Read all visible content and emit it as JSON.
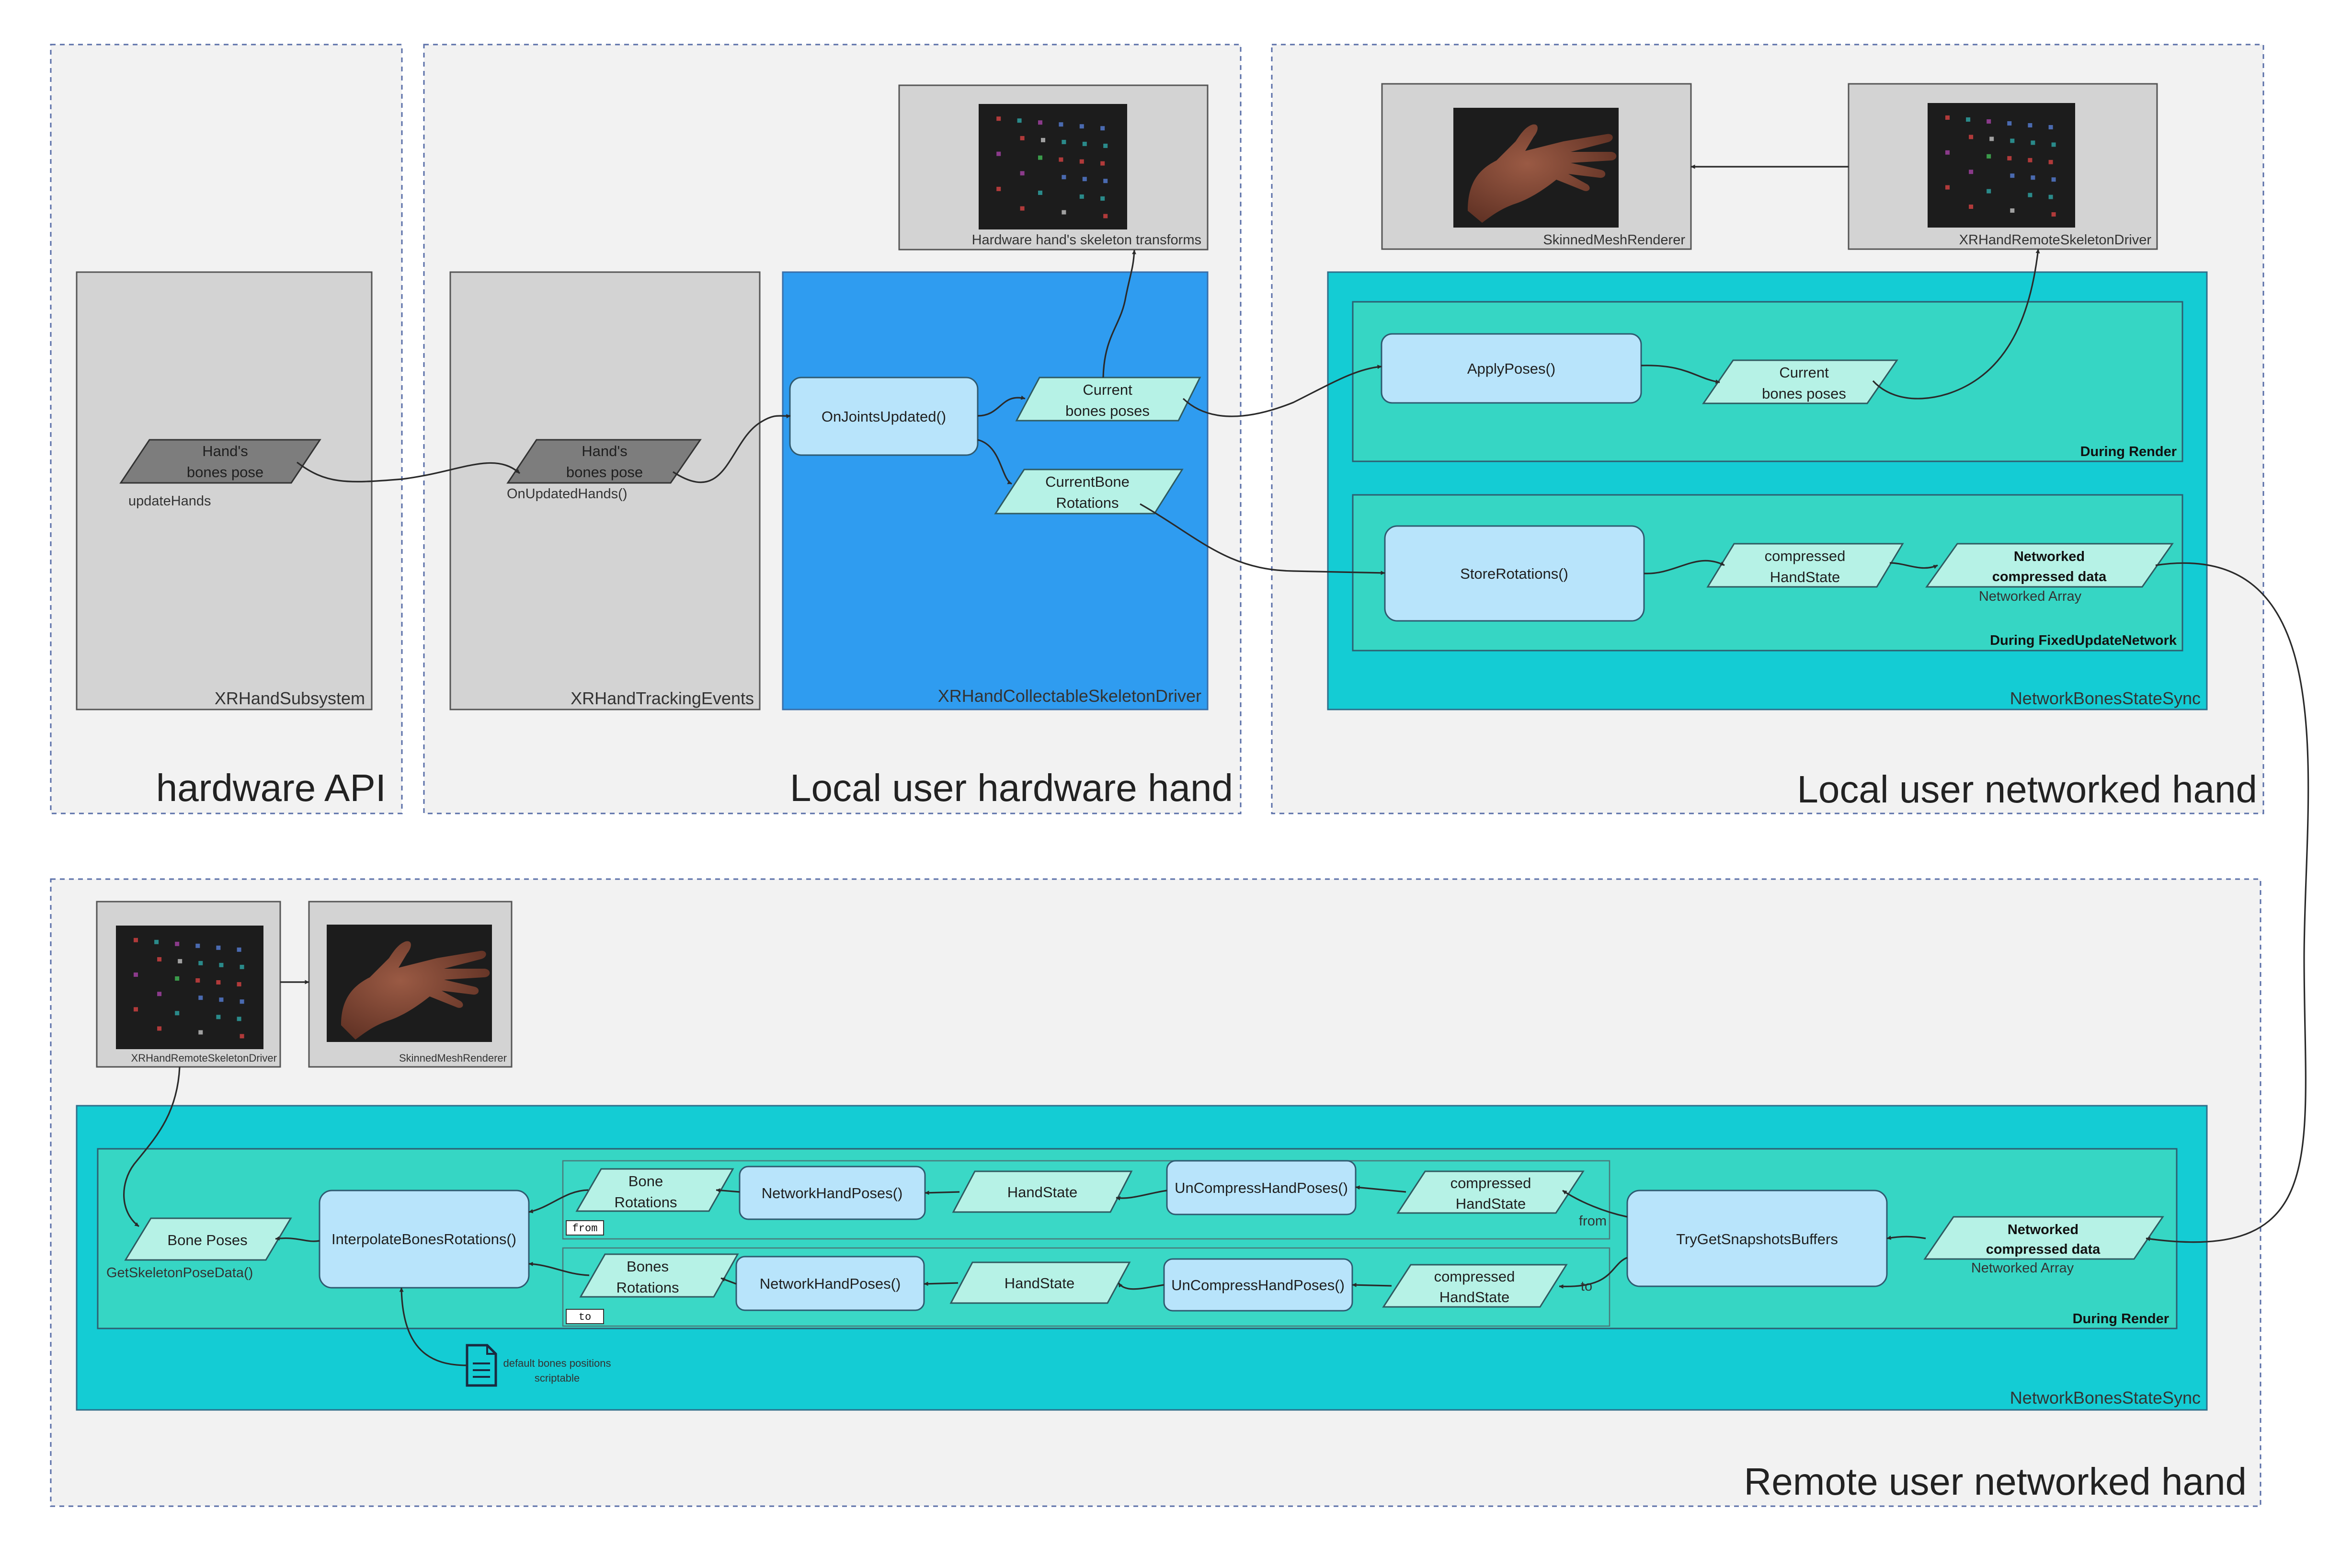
{
  "regions": {
    "hardware_api": "hardware API",
    "local_hardware": "Local user hardware hand",
    "local_networked": "Local user networked hand",
    "remote_networked": "Remote user networked hand"
  },
  "components": {
    "xr_hand_subsystem": "XRHandSubsystem",
    "xr_hand_tracking_events": "XRHandTrackingEvents",
    "collectable_driver": "XRHandCollectableSkeletonDriver",
    "network_sync_local": "NetworkBonesStateSync",
    "network_sync_remote": "NetworkBonesStateSync"
  },
  "previews": {
    "hardware_skeleton": "Hardware hand's skeleton transforms",
    "skinned_mesh_local": "SkinnedMeshRenderer",
    "remote_driver_local": "XRHandRemoteSkeletonDriver",
    "remote_driver_remote": "XRHandRemoteSkeletonDriver",
    "skinned_mesh_remote": "SkinnedMeshRenderer"
  },
  "nodes": {
    "hands_bones_pose_1": [
      "Hand's",
      "bones pose"
    ],
    "update_hands": "updateHands",
    "hands_bones_pose_2": [
      "Hand's",
      "bones pose"
    ],
    "on_updated_hands": "OnUpdatedHands()",
    "on_joints_updated": "OnJointsUpdated()",
    "current_bones_poses_1": [
      "Current",
      "bones poses"
    ],
    "current_bone_rotations": [
      "CurrentBone",
      "Rotations"
    ],
    "apply_poses": "ApplyPoses()",
    "current_bones_poses_2": [
      "Current",
      "bones poses"
    ],
    "store_rotations": "StoreRotations()",
    "compressed_handstate_local": [
      "compressed",
      "HandState"
    ],
    "networked_compressed_local": [
      "Networked",
      "compressed data"
    ],
    "networked_array_local": "Networked Array",
    "during_render_local": "During Render",
    "during_fixed_update": "During FixedUpdateNetwork",
    "bone_poses": "Bone Poses",
    "get_skeleton_pose_data": "GetSkeletonPoseData()",
    "interpolate_bones_rotations": "InterpolateBonesRotations()",
    "bone_rotations_from": [
      "Bone",
      "Rotations"
    ],
    "network_hand_poses_from": "NetworkHandPoses()",
    "handstate_from": "HandState",
    "uncompress_from": "UnCompressHandPoses()",
    "compressed_handstate_from": [
      "compressed",
      "HandState"
    ],
    "bones_rotations_to": [
      "Bones",
      "Rotations"
    ],
    "network_hand_poses_to": "NetworkHandPoses()",
    "handstate_to": "HandState",
    "uncompress_to": "UnCompressHandPoses()",
    "compressed_handstate_to": [
      "compressed",
      "HandState"
    ],
    "try_get_snapshots_buffers": "TryGetSnapshotsBuffers",
    "networked_compressed_remote": [
      "Networked",
      "compressed data"
    ],
    "networked_array_remote": "Networked Array",
    "during_render_remote": "During Render",
    "tag_from": "from",
    "tag_to": "to",
    "edge_from": "from",
    "edge_to": "to",
    "default_bones": [
      "default bones positions",
      "scriptable"
    ]
  },
  "colors": {
    "region_bg": "#f2f2f2",
    "gray_component": "#d3d3d3",
    "blue_component": "#2f9cf0",
    "teal_component": "#14ccd4",
    "teal_inner": "#36d6c4",
    "method_fill": "#b8e4fb",
    "data_fill": "#b6f2e6",
    "skin": "#7a4330"
  },
  "icons": {
    "document": "document-icon"
  }
}
